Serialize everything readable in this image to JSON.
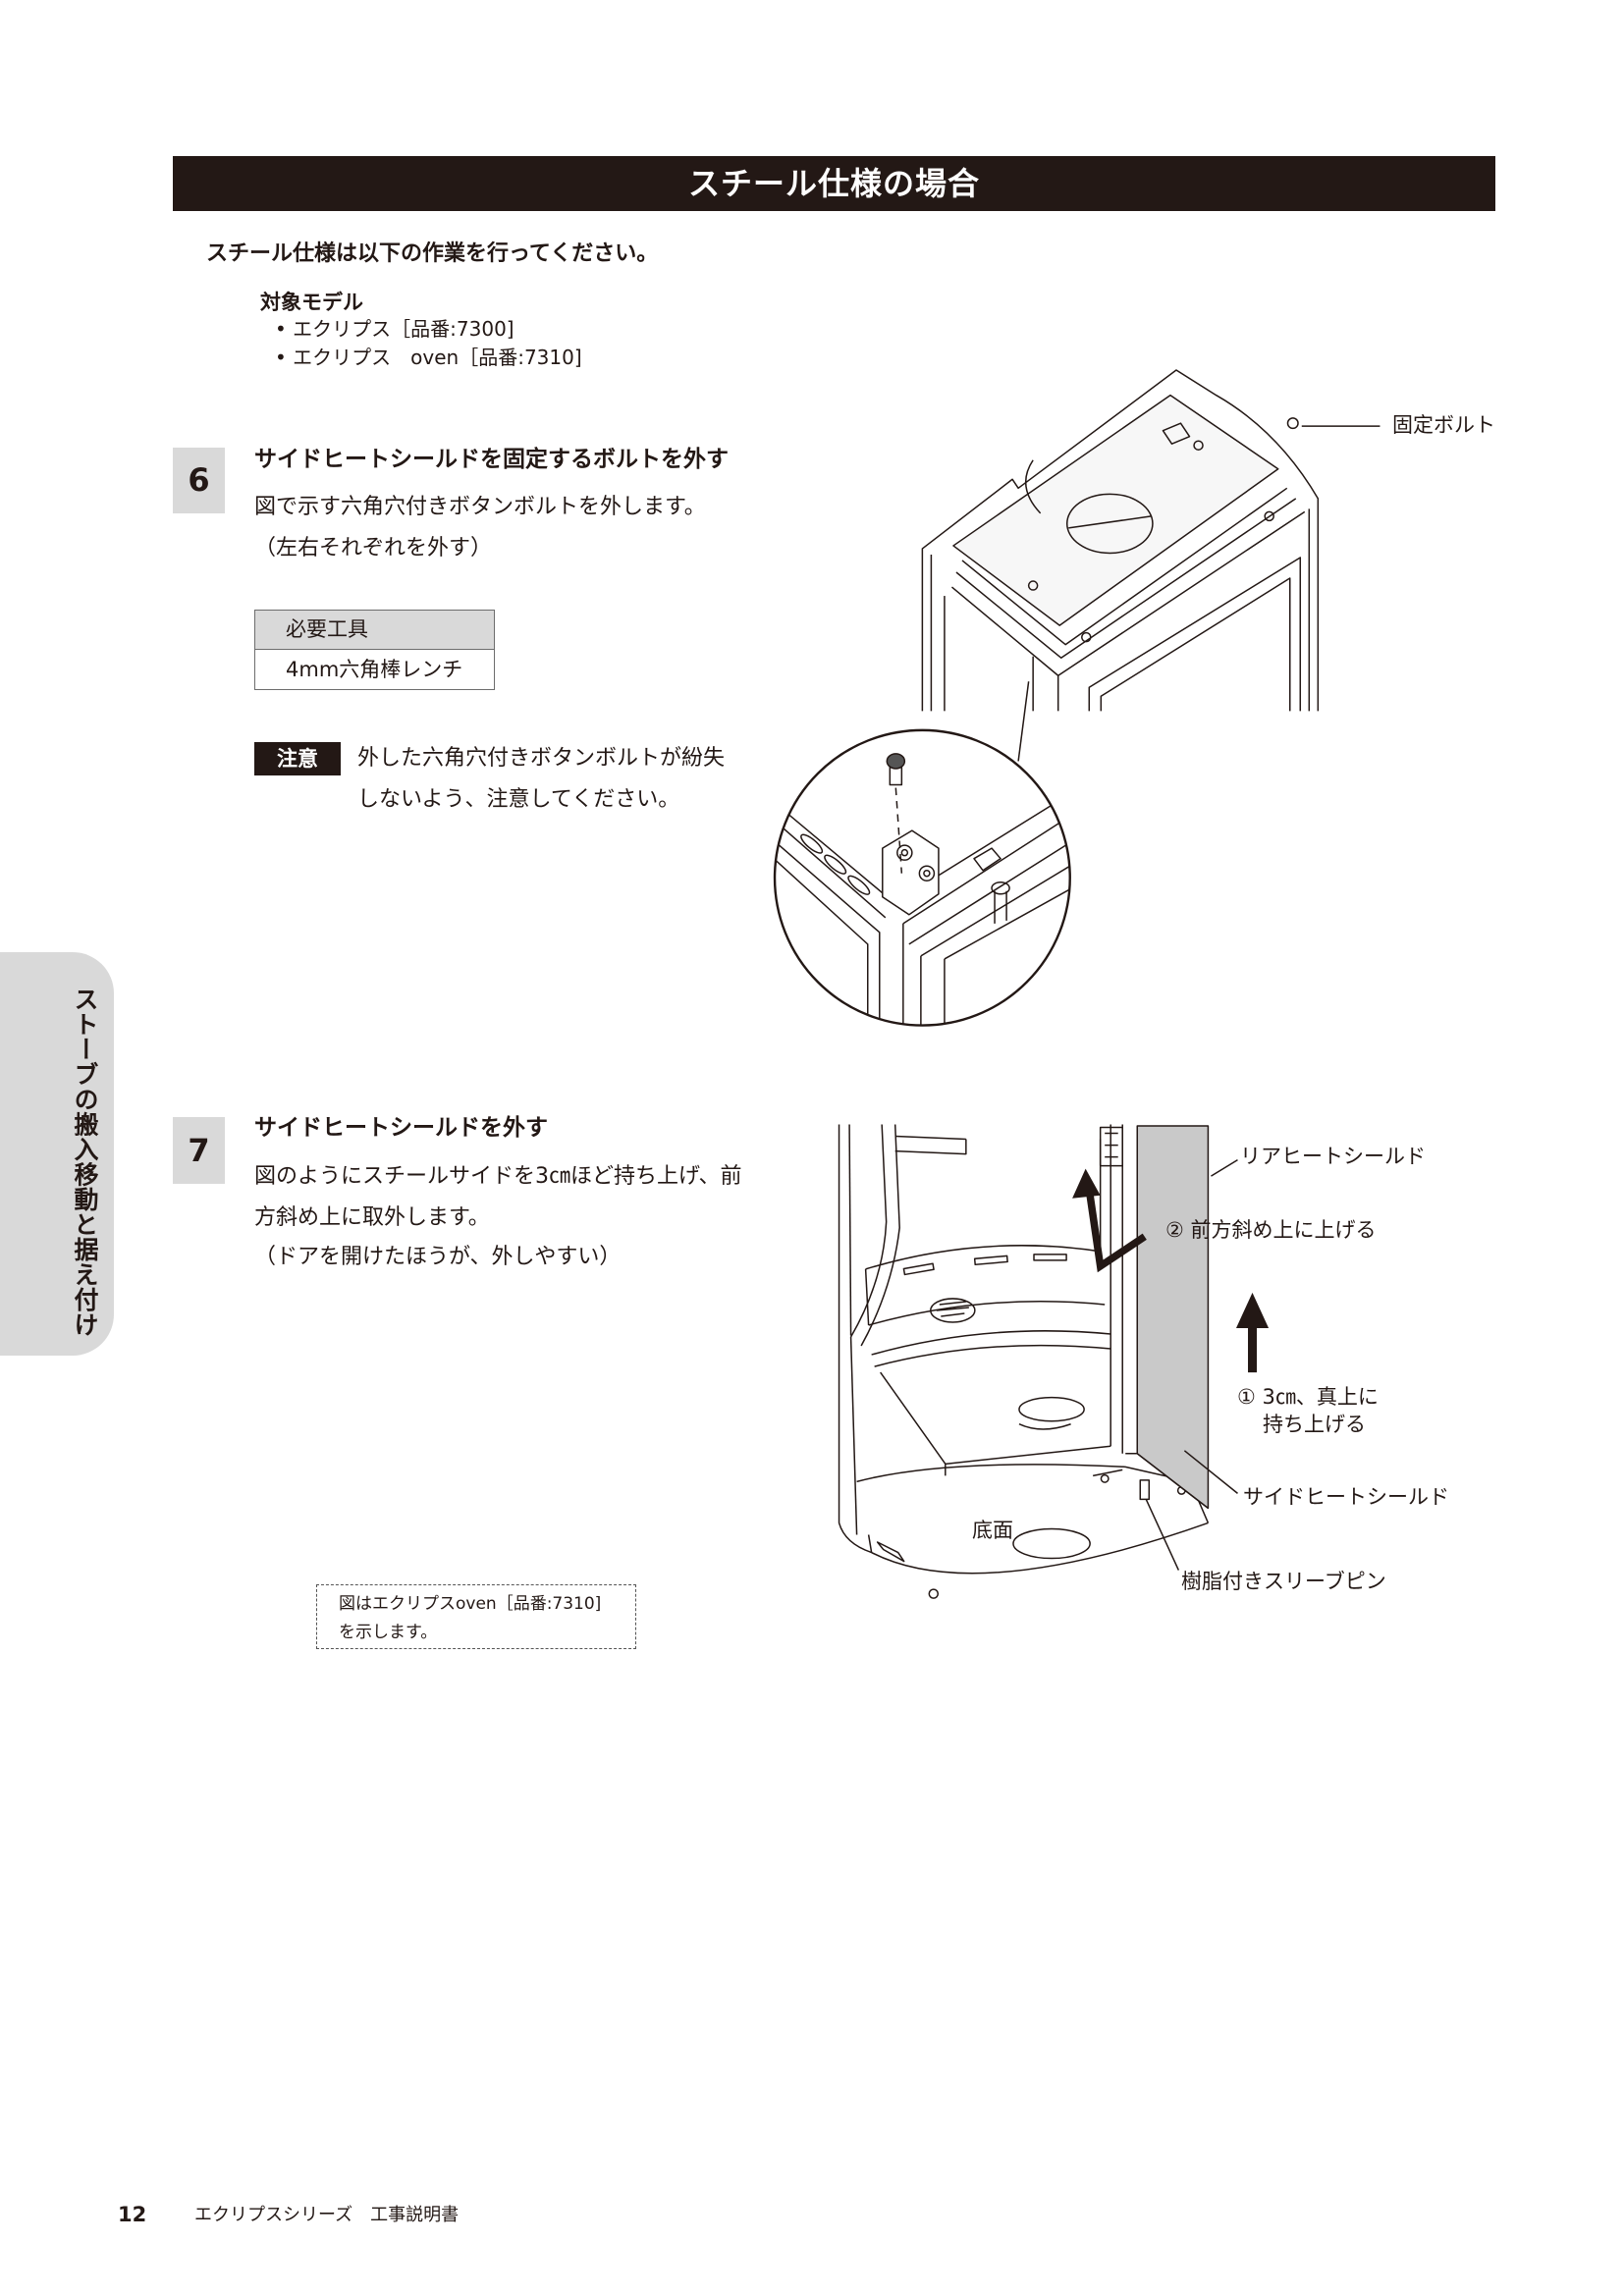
{
  "colors": {
    "ink": "#231815",
    "header_bg": "#231815",
    "gray": "#d9d9d9",
    "shield": "#c9c9c9"
  },
  "header": {
    "title": "スチール仕様の場合"
  },
  "intro": "スチール仕様は以下の作業を行ってください。",
  "models": {
    "heading": "対象モデル",
    "items": [
      "• エクリプス［品番:7300]",
      "• エクリプス　oven［品番:7310]"
    ]
  },
  "step6": {
    "number": "6",
    "title": "サイドヒートシールドを固定するボルトを外す",
    "lines": [
      "図で示す六角穴付きボタンボルトを外します。",
      "（左右それぞれを外す）"
    ],
    "tools": {
      "header": "必要工具",
      "value": "4mm六角棒レンチ"
    },
    "caution": {
      "badge": "注意",
      "lines": [
        "外した六角穴付きボタンボルトが紛失",
        "しないよう、注意してください。"
      ]
    },
    "labels": {
      "fixing_bolt": "固定ボルト"
    }
  },
  "step7": {
    "number": "7",
    "title": "サイドヒートシールドを外す",
    "lines": [
      "図のようにスチールサイドを3㎝ほど持ち上げ、前",
      "方斜め上に取外します。",
      "（ドアを開けたほうが、外しやすい）"
    ],
    "note": [
      "図はエクリプスoven［品番:7310]",
      "を示します。"
    ],
    "labels": {
      "rear_shield": "リアヒートシールド",
      "lift_forward": "② 前方斜め上に上げる",
      "lift_up_1": "① 3㎝、真上に",
      "lift_up_2": "持ち上げる",
      "side_shield": "サイドヒートシールド",
      "sleeve_pin": "樹脂付きスリーブピン",
      "bottom": "底面"
    }
  },
  "side_tab": "ストーブの搬入移動と据え付け",
  "footer": {
    "page": "12",
    "title": "エクリプスシリーズ　工事説明書"
  }
}
